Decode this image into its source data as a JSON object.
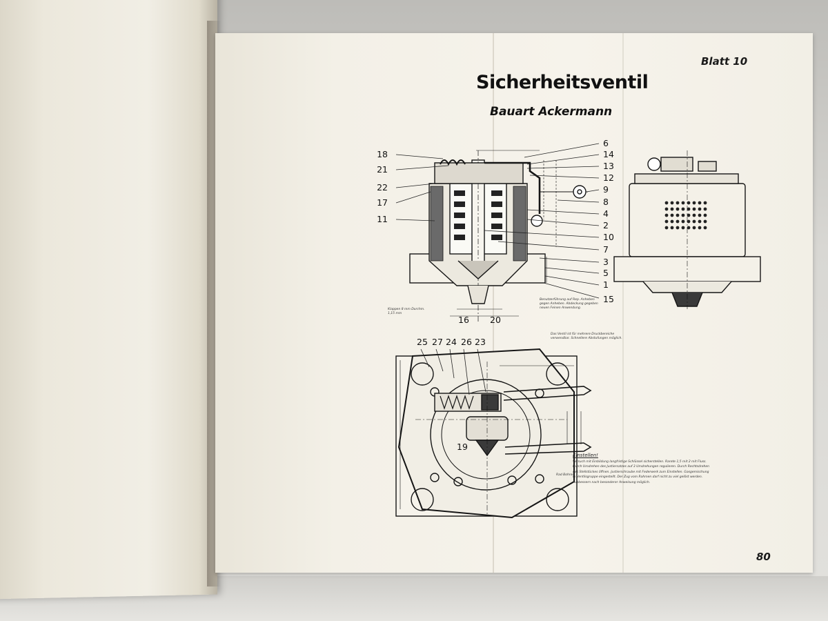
{
  "document": {
    "sheet_label": "Blatt 10",
    "title": "Sicherheitsventil",
    "subtitle": "Bauart Ackermann",
    "page_number": "80",
    "instructions_heading": "Einstellen!",
    "instructions_text": "Versuch mit Einbildung langfristige Schlüssel sicherstellen. Rarete 1,5 mit 2 mit Fluss. Durch Umdrehen des Justiersatzes auf 3 Umdrehungen regulieren. Durch Rechtsdrehen des Stellstückes öffnen. Justierschraube mit Federwerk zum Einstellen. Gasgemischung in Ventilsgruppe eingestellt. Der Zug vom Rahmen darf nicht zu viel gelöst werden. Ausbessern nach besonderer Anweisung möglich.",
    "annotation_right": "Benutzerführung auf Rep. Anheben gegen Anheben. Abdeckung gegeben neuen Feinen Anwendung.",
    "annotation_left": "Klappen 8 mm Durchm. 1,15 mm",
    "annotation_center": "Das Ventil ist für mehrere Druckbereiche verwendbar. Schnellere Abstufungen möglich.",
    "annotation_plan": "Rad Bohren"
  },
  "callouts": {
    "left": [
      "18",
      "21",
      "22",
      "17",
      "11"
    ],
    "right": [
      "6",
      "14",
      "13",
      "12",
      "9",
      "8",
      "4",
      "2",
      "10",
      "7",
      "3",
      "5",
      "1",
      "15"
    ],
    "bottom": [
      "16",
      "20"
    ],
    "plan_top": [
      "25",
      "27",
      "24",
      "26",
      "23"
    ],
    "plan_inner": "19"
  }
}
